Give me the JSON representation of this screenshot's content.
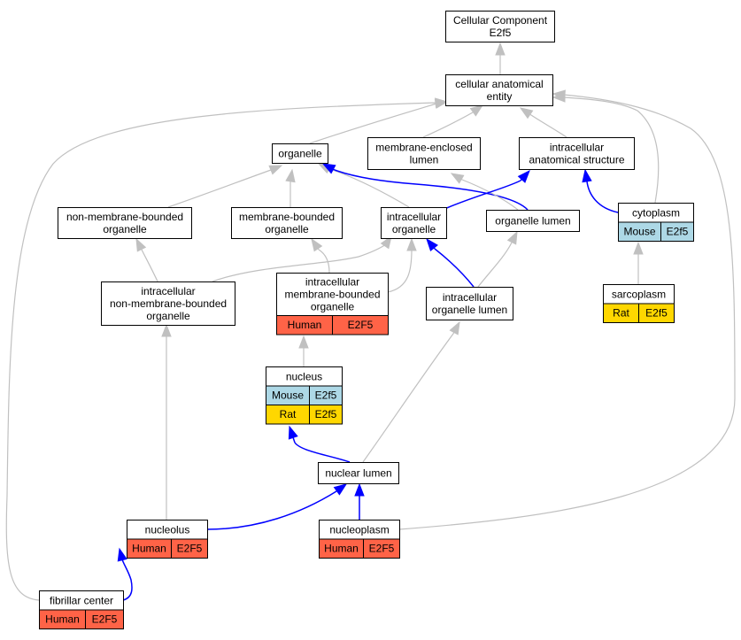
{
  "colors": {
    "is_a_edge": "#c0c0c0",
    "part_of_edge": "#0000ff",
    "human": "#ff6347",
    "mouse": "#add8e6",
    "rat": "#ffd700",
    "node_fill": "#ffffff",
    "node_border": "#000000"
  },
  "nodes": [
    {
      "id": "cellular_component",
      "lines": [
        "Cellular Component",
        "E2f5"
      ]
    },
    {
      "id": "cellular_anatomical_entity",
      "lines": [
        "cellular anatomical",
        "entity"
      ]
    },
    {
      "id": "organelle",
      "lines": [
        "organelle"
      ]
    },
    {
      "id": "membrane_enclosed_lumen",
      "lines": [
        "membrane-enclosed",
        "lumen"
      ]
    },
    {
      "id": "intracellular_anatomical_structure",
      "lines": [
        "intracellular",
        "anatomical structure"
      ]
    },
    {
      "id": "non_membrane_bounded_organelle",
      "lines": [
        "non-membrane-bounded",
        "organelle"
      ]
    },
    {
      "id": "membrane_bounded_organelle",
      "lines": [
        "membrane-bounded",
        "organelle"
      ]
    },
    {
      "id": "intracellular_organelle",
      "lines": [
        "intracellular",
        "organelle"
      ]
    },
    {
      "id": "organelle_lumen",
      "lines": [
        "organelle lumen"
      ]
    },
    {
      "id": "cytoplasm",
      "lines": [
        "cytoplasm"
      ],
      "rows": [
        {
          "species": "Mouse",
          "gene": "E2f5",
          "color": "mouse"
        }
      ]
    },
    {
      "id": "intracellular_non_membrane_bounded_organelle",
      "lines": [
        "intracellular",
        "non-membrane-bounded",
        "organelle"
      ]
    },
    {
      "id": "intracellular_membrane_bounded_organelle",
      "lines": [
        "intracellular",
        "membrane-bounded",
        "organelle"
      ],
      "rows": [
        {
          "species": "Human",
          "gene": "E2F5",
          "color": "human"
        }
      ]
    },
    {
      "id": "intracellular_organelle_lumen",
      "lines": [
        "intracellular",
        "organelle lumen"
      ]
    },
    {
      "id": "sarcoplasm",
      "lines": [
        "sarcoplasm"
      ],
      "rows": [
        {
          "species": "Rat",
          "gene": "E2f5",
          "color": "rat"
        }
      ]
    },
    {
      "id": "nucleus",
      "lines": [
        "nucleus"
      ],
      "rows": [
        {
          "species": "Mouse",
          "gene": "E2f5",
          "color": "mouse"
        },
        {
          "species": "Rat",
          "gene": "E2f5",
          "color": "rat"
        }
      ]
    },
    {
      "id": "nuclear_lumen",
      "lines": [
        "nuclear lumen"
      ]
    },
    {
      "id": "nucleolus",
      "lines": [
        "nucleolus"
      ],
      "rows": [
        {
          "species": "Human",
          "gene": "E2F5",
          "color": "human"
        }
      ]
    },
    {
      "id": "nucleoplasm",
      "lines": [
        "nucleoplasm"
      ],
      "rows": [
        {
          "species": "Human",
          "gene": "E2F5",
          "color": "human"
        }
      ]
    },
    {
      "id": "fibrillar_center",
      "lines": [
        "fibrillar center"
      ],
      "rows": [
        {
          "species": "Human",
          "gene": "E2F5",
          "color": "human"
        }
      ]
    }
  ],
  "edges": [
    {
      "from": "cellular_anatomical_entity",
      "to": "cellular_component",
      "type": "is_a"
    },
    {
      "from": "organelle",
      "to": "cellular_anatomical_entity",
      "type": "is_a"
    },
    {
      "from": "membrane_enclosed_lumen",
      "to": "cellular_anatomical_entity",
      "type": "is_a"
    },
    {
      "from": "intracellular_anatomical_structure",
      "to": "cellular_anatomical_entity",
      "type": "is_a"
    },
    {
      "from": "cytoplasm",
      "to": "cellular_anatomical_entity",
      "type": "is_a"
    },
    {
      "from": "nucleoplasm",
      "to": "cellular_anatomical_entity",
      "type": "is_a"
    },
    {
      "from": "fibrillar_center",
      "to": "cellular_anatomical_entity",
      "type": "is_a"
    },
    {
      "from": "non_membrane_bounded_organelle",
      "to": "organelle",
      "type": "is_a"
    },
    {
      "from": "membrane_bounded_organelle",
      "to": "organelle",
      "type": "is_a"
    },
    {
      "from": "intracellular_organelle",
      "to": "organelle",
      "type": "is_a"
    },
    {
      "from": "organelle_lumen",
      "to": "organelle",
      "type": "part_of"
    },
    {
      "from": "organelle_lumen",
      "to": "membrane_enclosed_lumen",
      "type": "is_a"
    },
    {
      "from": "intracellular_organelle",
      "to": "intracellular_anatomical_structure",
      "type": "part_of"
    },
    {
      "from": "cytoplasm",
      "to": "intracellular_anatomical_structure",
      "type": "part_of"
    },
    {
      "from": "intracellular_non_membrane_bounded_organelle",
      "to": "non_membrane_bounded_organelle",
      "type": "is_a"
    },
    {
      "from": "intracellular_non_membrane_bounded_organelle",
      "to": "intracellular_organelle",
      "type": "is_a"
    },
    {
      "from": "intracellular_membrane_bounded_organelle",
      "to": "membrane_bounded_organelle",
      "type": "is_a"
    },
    {
      "from": "intracellular_membrane_bounded_organelle",
      "to": "intracellular_organelle",
      "type": "is_a"
    },
    {
      "from": "intracellular_organelle_lumen",
      "to": "intracellular_organelle",
      "type": "part_of"
    },
    {
      "from": "intracellular_organelle_lumen",
      "to": "organelle_lumen",
      "type": "is_a"
    },
    {
      "from": "sarcoplasm",
      "to": "cytoplasm",
      "type": "is_a"
    },
    {
      "from": "nucleus",
      "to": "intracellular_membrane_bounded_organelle",
      "type": "is_a"
    },
    {
      "from": "nuclear_lumen",
      "to": "nucleus",
      "type": "part_of"
    },
    {
      "from": "nuclear_lumen",
      "to": "intracellular_organelle_lumen",
      "type": "is_a"
    },
    {
      "from": "nucleolus",
      "to": "intracellular_non_membrane_bounded_organelle",
      "type": "is_a"
    },
    {
      "from": "nucleolus",
      "to": "nuclear_lumen",
      "type": "part_of"
    },
    {
      "from": "nucleoplasm",
      "to": "nuclear_lumen",
      "type": "part_of"
    },
    {
      "from": "fibrillar_center",
      "to": "nucleolus",
      "type": "part_of"
    }
  ]
}
